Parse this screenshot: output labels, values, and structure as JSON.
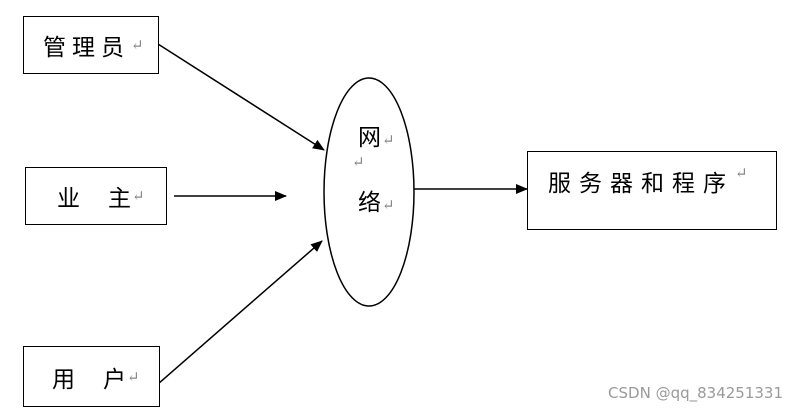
{
  "nodes": {
    "admin": {
      "label": "管理员",
      "mark": "↵"
    },
    "owner": {
      "label_a": "业",
      "label_b": "主",
      "mark": "↵"
    },
    "user": {
      "label_a": "用",
      "label_b": "户",
      "mark": "↵"
    },
    "network": {
      "line1": "网",
      "line1_mark": "↵",
      "mid_mark": "↵",
      "line2": "络",
      "line2_mark": "↵"
    },
    "server": {
      "label": "服务器和程序",
      "mark": "↵"
    }
  },
  "watermark": "CSDN @qq_834251331"
}
